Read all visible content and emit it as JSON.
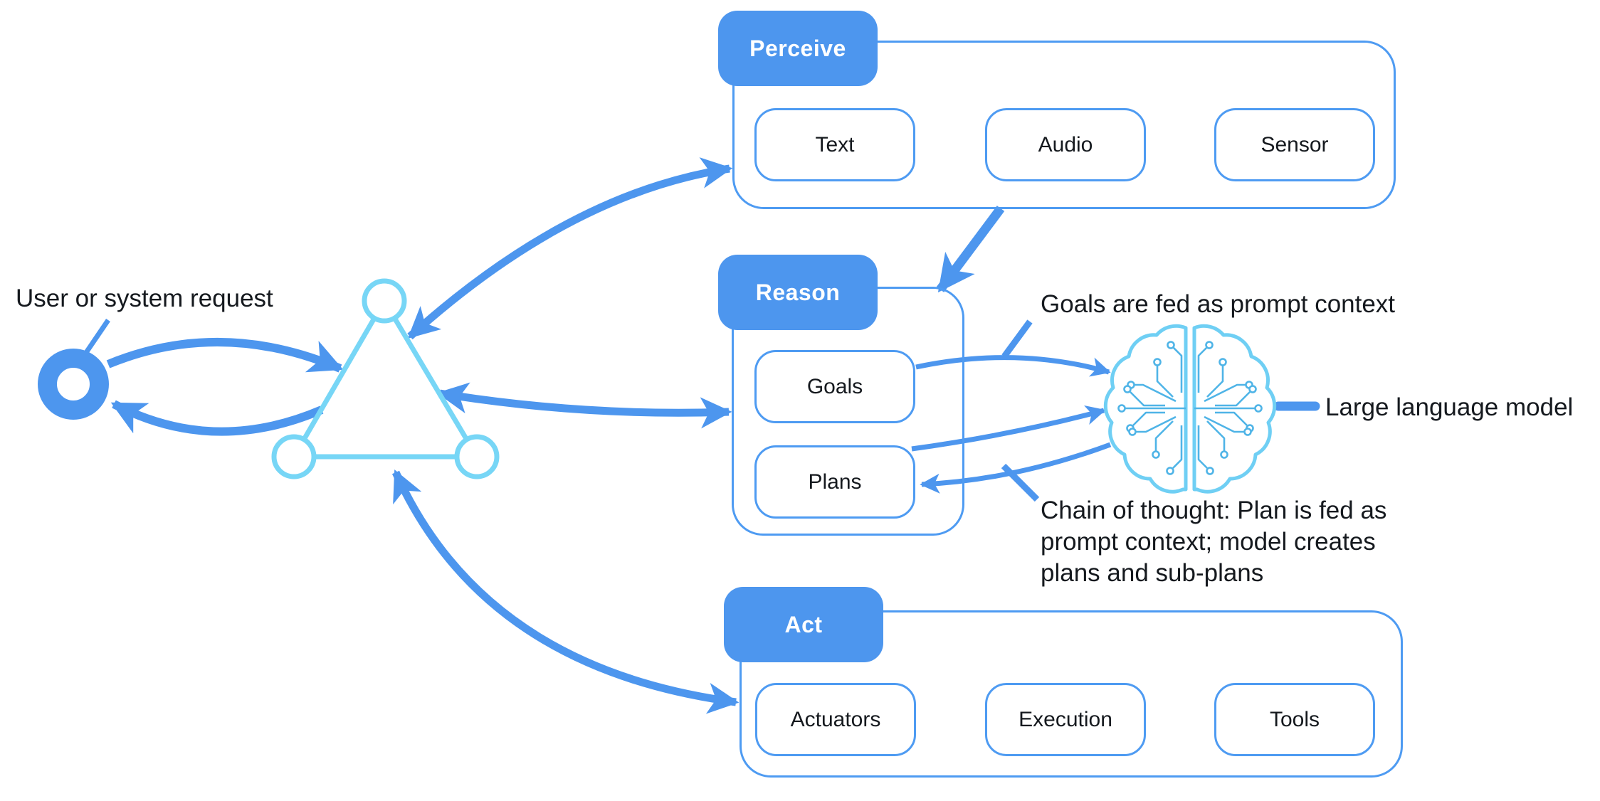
{
  "colors": {
    "accent": "#4D96EE",
    "border": "#4E9BF2",
    "cyan": "#77D6F6",
    "brainline": "#6FCFF4",
    "circuit": "#4FB4E7",
    "ink": "#15191E"
  },
  "annotations": {
    "user_request": "User or system request",
    "goals_note": "Goals are fed as prompt context",
    "llm_label": "Large language model",
    "cot_note": "Chain of thought: Plan is fed as\nprompt context; model creates\nplans and sub-plans"
  },
  "groups": [
    {
      "tag": "Perceive",
      "items": [
        "Text",
        "Audio",
        "Sensor"
      ]
    },
    {
      "tag": "Reason",
      "items": [
        "Goals",
        "Plans"
      ]
    },
    {
      "tag": "Act",
      "items": [
        "Actuators",
        "Execution",
        "Tools"
      ]
    }
  ],
  "icons": {
    "agent": "triangle-nodes-icon",
    "user": "ring-icon",
    "llm": "circuit-brain-icon"
  }
}
